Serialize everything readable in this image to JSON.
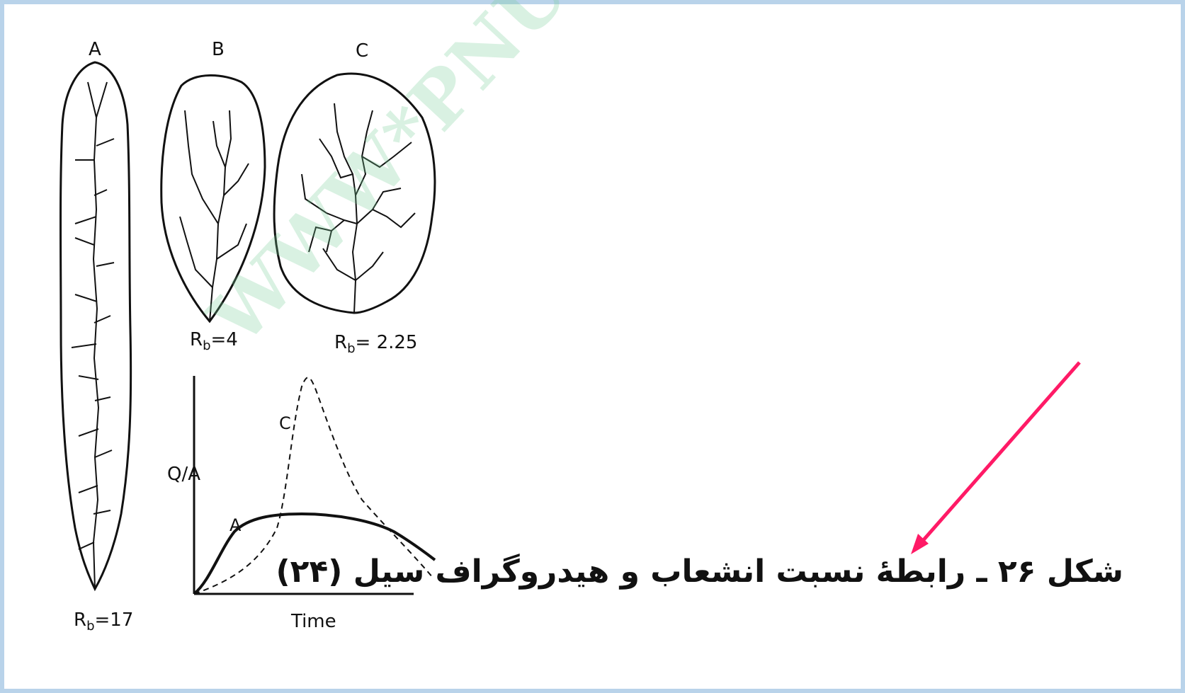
{
  "basins": [
    {
      "letter": "A",
      "rb_label": "R",
      "rb_sub": "b",
      "rb_value": "=17"
    },
    {
      "letter": "B",
      "rb_label": "R",
      "rb_sub": "b",
      "rb_value": "=4"
    },
    {
      "letter": "C",
      "rb_label": "R",
      "rb_sub": "b",
      "rb_value": "= 2.25"
    }
  ],
  "hydrograph": {
    "y_axis_label": "Q/A",
    "x_axis_label": "Time",
    "curve_labels": [
      "A",
      "C"
    ]
  },
  "caption": "شکل ۲۶ ـ رابطهٔ نسبت انشعاب و هیدروگراف سیل (۲۴)",
  "watermark": "WWW*PNUEB*COM",
  "colors": {
    "arrow": "#ff1a66",
    "watermark": "#78cd96",
    "border": "#b9d3ea"
  }
}
